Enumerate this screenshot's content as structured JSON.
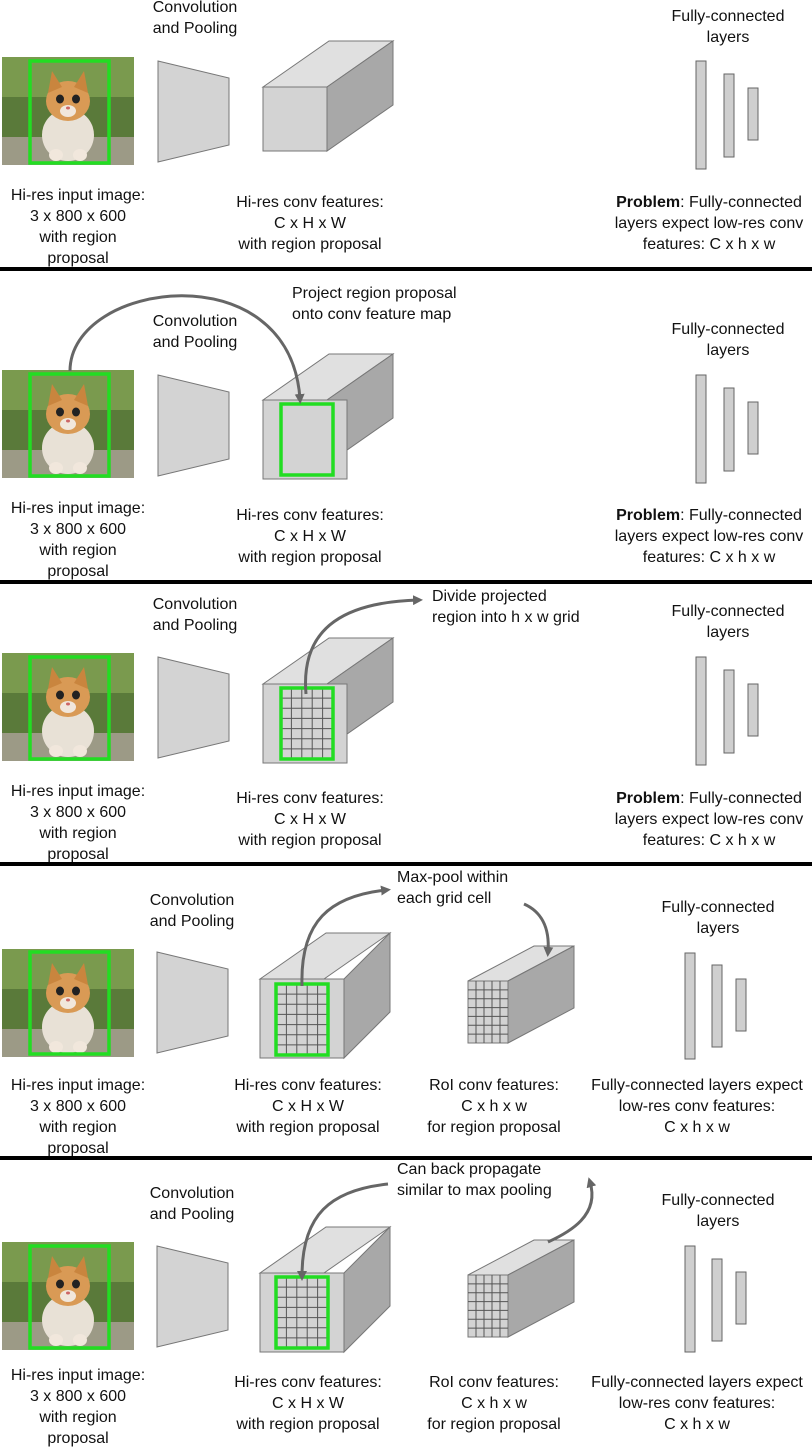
{
  "panels": [
    {
      "conv_label": [
        "Convolution",
        "and Pooling"
      ],
      "fc_label": [
        "Fully-connected",
        "layers"
      ],
      "input_caption": [
        "Hi-res input image:",
        "3 x 800 x 600",
        "with region",
        "proposal"
      ],
      "conv_caption": [
        "Hi-res conv features:",
        "C x H x W",
        "with region proposal"
      ],
      "problem_bold": "Problem",
      "problem_rest": ": Fully-connected",
      "problem_lines": [
        "layers expect low-res conv",
        "features: C x h x w"
      ]
    },
    {
      "conv_label": [
        "Convolution",
        "and Pooling"
      ],
      "fc_label": [
        "Fully-connected",
        "layers"
      ],
      "annotation": [
        "Project region proposal",
        "onto conv feature map"
      ],
      "input_caption": [
        "Hi-res input image:",
        "3 x 800 x 600",
        "with region",
        "proposal"
      ],
      "conv_caption": [
        "Hi-res conv features:",
        "C x H x W",
        "with region proposal"
      ],
      "problem_bold": "Problem",
      "problem_rest": ": Fully-connected",
      "problem_lines": [
        "layers expect low-res conv",
        "features: C x h x w"
      ]
    },
    {
      "conv_label": [
        "Convolution",
        "and Pooling"
      ],
      "fc_label": [
        "Fully-connected",
        "layers"
      ],
      "annotation": [
        "Divide projected",
        "region into h x w grid"
      ],
      "input_caption": [
        "Hi-res input image:",
        "3 x 800 x 600",
        "with region",
        "proposal"
      ],
      "conv_caption": [
        "Hi-res conv features:",
        "C x H x W",
        "with region proposal"
      ],
      "problem_bold": "Problem",
      "problem_rest": ": Fully-connected",
      "problem_lines": [
        "layers expect low-res conv",
        "features: C x h x w"
      ]
    },
    {
      "conv_label": [
        "Convolution",
        "and Pooling"
      ],
      "fc_label": [
        "Fully-connected",
        "layers"
      ],
      "annotation": [
        "Max-pool within",
        "each grid cell"
      ],
      "input_caption": [
        "Hi-res input image:",
        "3 x 800 x 600",
        "with region",
        "proposal"
      ],
      "conv_caption": [
        "Hi-res conv features:",
        "C x H x W",
        "with region proposal"
      ],
      "roi_caption": [
        "RoI conv features:",
        "C x h x w",
        "for region proposal"
      ],
      "fc_caption": [
        "Fully-connected layers expect",
        "low-res conv features:",
        "C x h x w"
      ]
    },
    {
      "conv_label": [
        "Convolution",
        "and Pooling"
      ],
      "fc_label": [
        "Fully-connected",
        "layers"
      ],
      "annotation": [
        "Can back propagate",
        "similar to max pooling"
      ],
      "input_caption": [
        "Hi-res input image:",
        "3 x 800 x 600",
        "with region",
        "proposal"
      ],
      "conv_caption": [
        "Hi-res conv features:",
        "C x H x W",
        "with region proposal"
      ],
      "roi_caption": [
        "RoI conv features:",
        "C x h x w",
        "for region proposal"
      ],
      "fc_caption": [
        "Fully-connected layers expect",
        "low-res conv features:",
        "C x h x w"
      ]
    }
  ],
  "colors": {
    "region_box": "#22dd22",
    "cube_front": "#d3d3d3",
    "cube_top": "#e0e0e0",
    "cube_side": "#a8a8a8",
    "arrow": "#666666",
    "separator": "#000000"
  },
  "icons": [
    "kitten-image",
    "funnel-shape",
    "feature-cube",
    "fc-bars"
  ]
}
